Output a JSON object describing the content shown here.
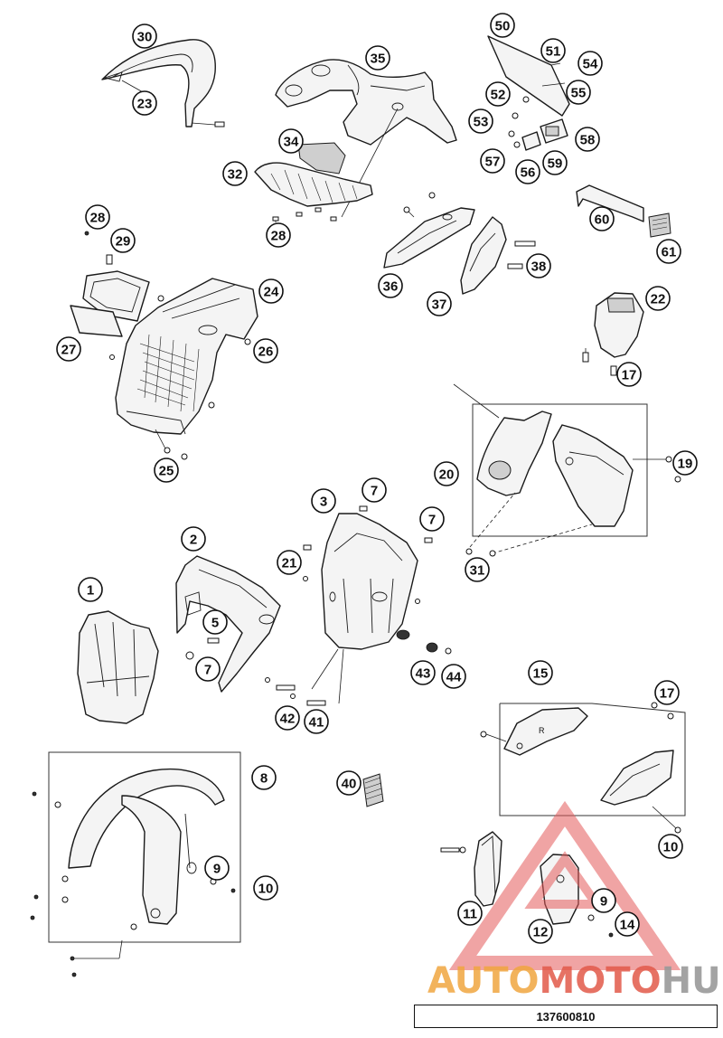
{
  "diagram": {
    "catalog_number": "137600810",
    "watermark": {
      "part1": "AUTO",
      "part2": "MOTO",
      "part3": "HUB"
    },
    "callouts": [
      "30",
      "23",
      "35",
      "50",
      "51",
      "54",
      "52",
      "55",
      "53",
      "58",
      "57",
      "56",
      "59",
      "34",
      "32",
      "28",
      "60",
      "61",
      "28",
      "29",
      "24",
      "26",
      "27",
      "36",
      "37",
      "38",
      "22",
      "17",
      "25",
      "20",
      "19",
      "31",
      "3",
      "7",
      "7",
      "21",
      "2",
      "1",
      "5",
      "7",
      "43",
      "44",
      "42",
      "41",
      "15",
      "17",
      "8",
      "40",
      "9",
      "10",
      "10",
      "11",
      "12",
      "9",
      "14"
    ]
  }
}
